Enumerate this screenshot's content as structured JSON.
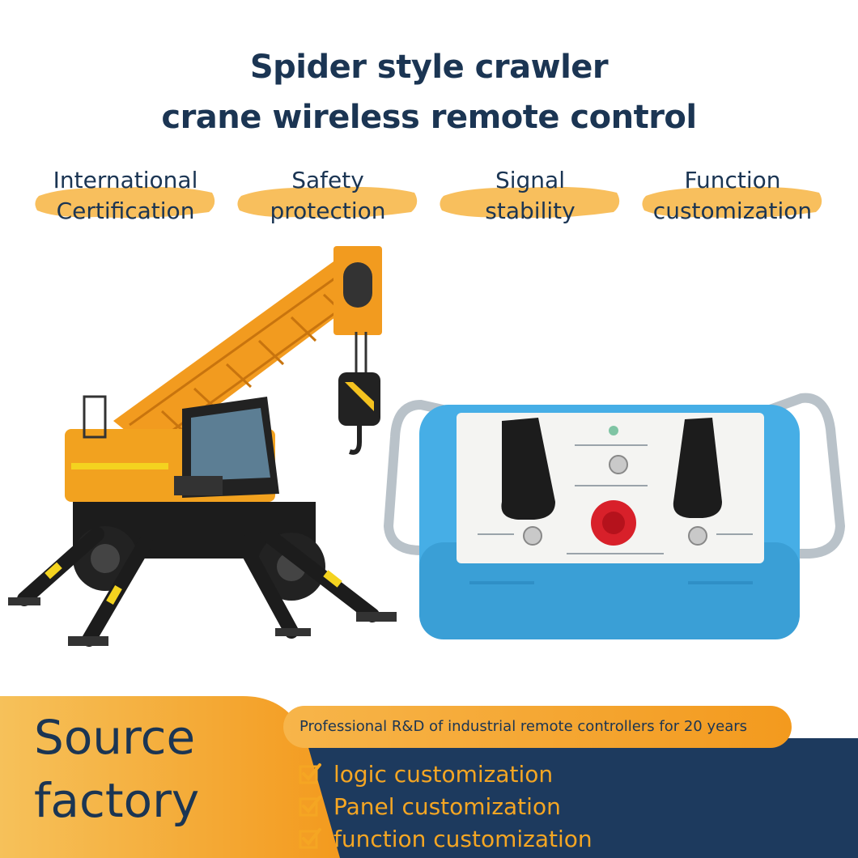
{
  "title": {
    "line1": "Spider style crawler",
    "line2": "crane wireless remote control"
  },
  "features": [
    {
      "line1": "International",
      "line2": "Certification"
    },
    {
      "line1": "Safety",
      "line2": "protection"
    },
    {
      "line1": "Signal",
      "line2": "stability"
    },
    {
      "line1": "Function",
      "line2": "customization"
    }
  ],
  "bottom": {
    "headline_line1": "Source",
    "headline_line2": "factory",
    "tagline": "Professional R&D of industrial remote controllers for 20 years",
    "bullets": [
      "logic customization",
      "Panel customization",
      "function customization"
    ]
  },
  "colors": {
    "navy": "#1b3553",
    "orange": "#f5a623",
    "remote_blue": "#46aee6"
  }
}
